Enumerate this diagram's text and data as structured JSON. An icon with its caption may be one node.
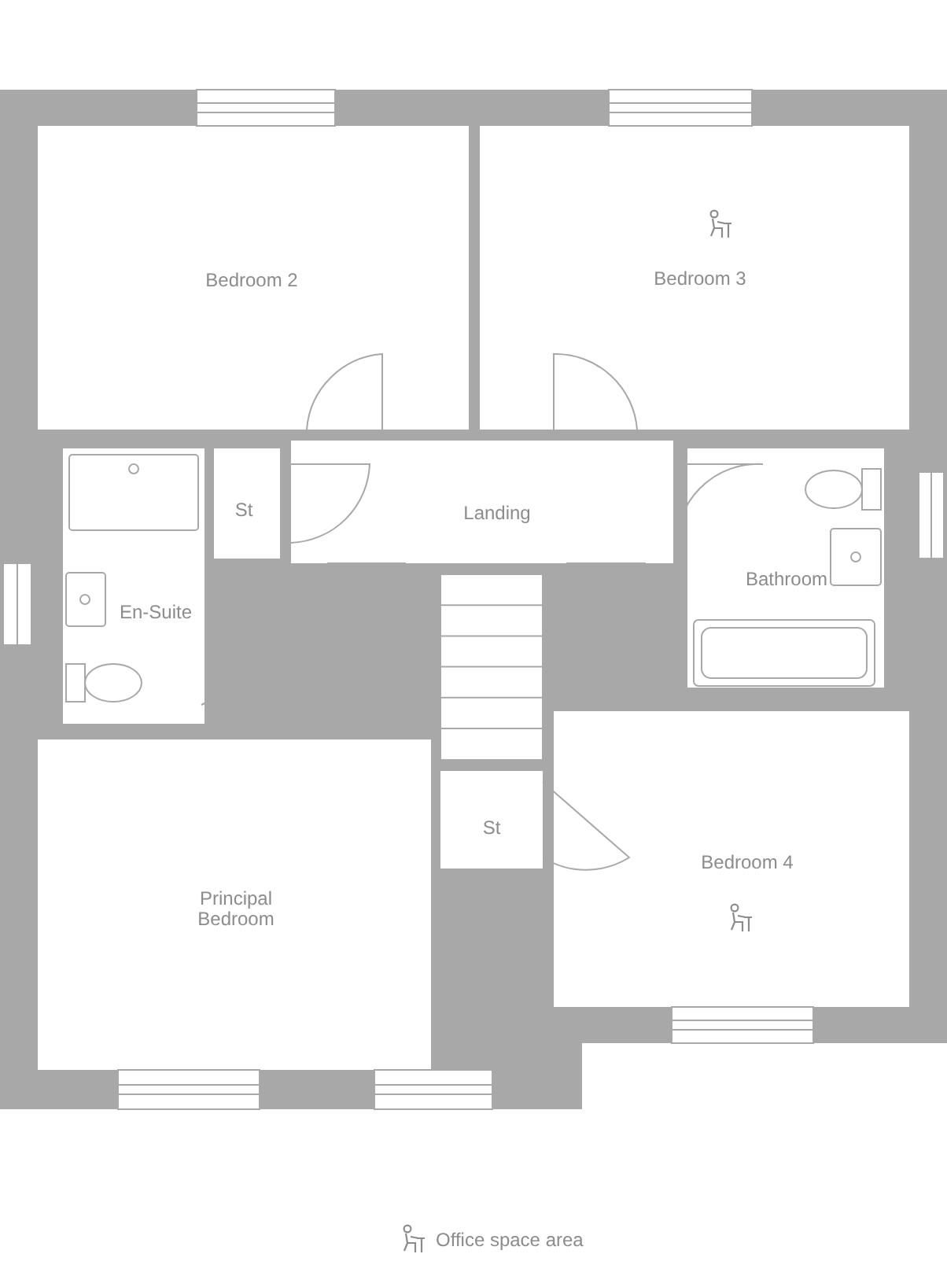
{
  "diagram": {
    "nodes": [
      {
        "text": [
          "Bedroom 2"
        ]
      },
      {
        "text": [
          "Bedroom 3"
        ]
      },
      {
        "text": [
          "St"
        ]
      },
      {
        "text": [
          "Landing"
        ]
      },
      {
        "text": [
          "Bathroom"
        ]
      },
      {
        "text": [
          "En-Suite"
        ]
      },
      {
        "text": [
          "St"
        ]
      },
      {
        "text": [
          "Bedroom 4"
        ]
      },
      {
        "text": [
          "Principal Bedroom"
        ]
      }
    ],
    "edges": [],
    "legend": [
      {
        "text": "Office space area"
      }
    ]
  }
}
